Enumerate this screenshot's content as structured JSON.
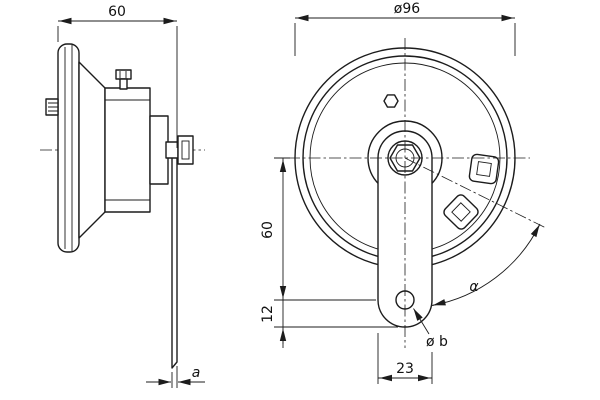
{
  "drawing": {
    "views": {
      "side": {
        "dim_depth": "60",
        "dim_bracket_thickness": "a"
      },
      "front": {
        "dim_outer_diameter": "ø96",
        "dim_center_to_mount_hole": "60",
        "dim_mount_hole_to_end": "12",
        "dim_mount_hole_diameter": "ø b",
        "dim_bracket_width": "23",
        "dim_bracket_angle": "α"
      }
    },
    "colors": {
      "line": "#1c1c1c",
      "background": "#ffffff"
    }
  }
}
